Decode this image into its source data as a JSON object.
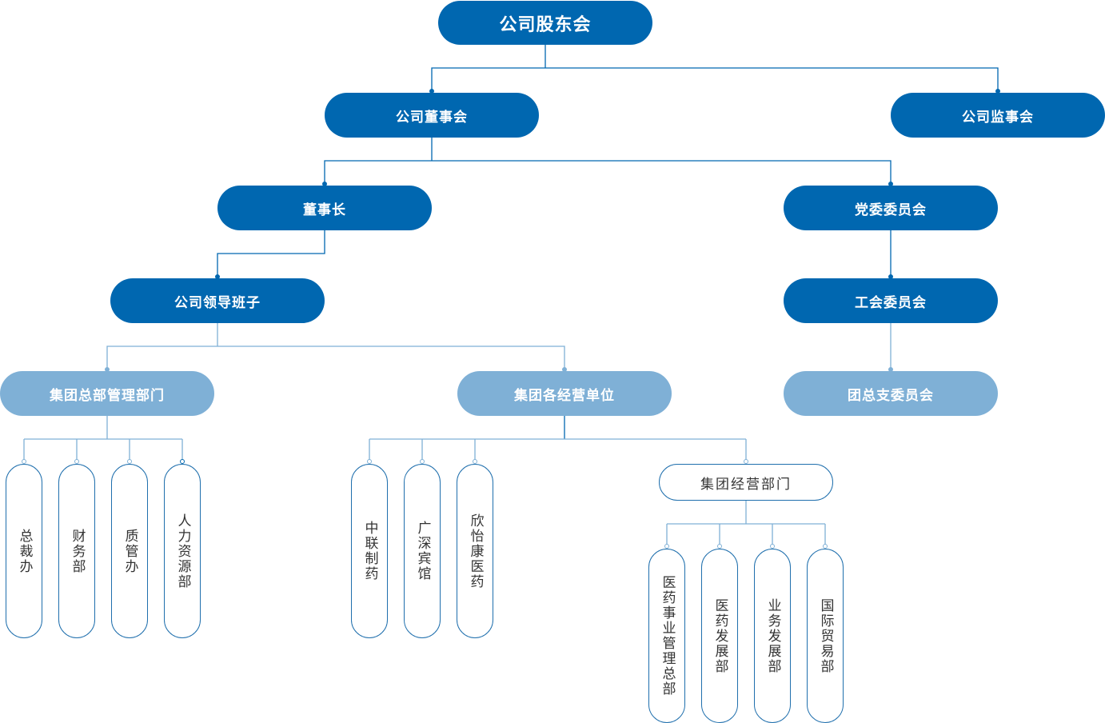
{
  "chart_title": "组织架构图",
  "colors": {
    "primary": "#0067b0",
    "secondary": "#7fb0d6",
    "outline": "#1f6fad",
    "text_dark": "#333333",
    "text_light": "#ffffff"
  },
  "nodes": {
    "shareholders": "公司股东会",
    "board": "公司董事会",
    "supervisors": "公司监事会",
    "chairman": "董事长",
    "party_committee": "党委委员会",
    "leadership": "公司领导班子",
    "union_committee": "工会委员会",
    "hq_departments": "集团总部管理部门",
    "business_units": "集团各经营单位",
    "youth_league": "团总支委员会",
    "business_dept": "集团经营部门"
  },
  "hq_children": [
    "总裁办",
    "财务部",
    "质管办",
    "人力资源部"
  ],
  "unit_children": [
    "中联制药",
    "广深宾馆",
    "欣怡康医药"
  ],
  "business_dept_children": [
    "医药事业管理总部",
    "医药发展部",
    "业务发展部",
    "国际贸易部"
  ]
}
